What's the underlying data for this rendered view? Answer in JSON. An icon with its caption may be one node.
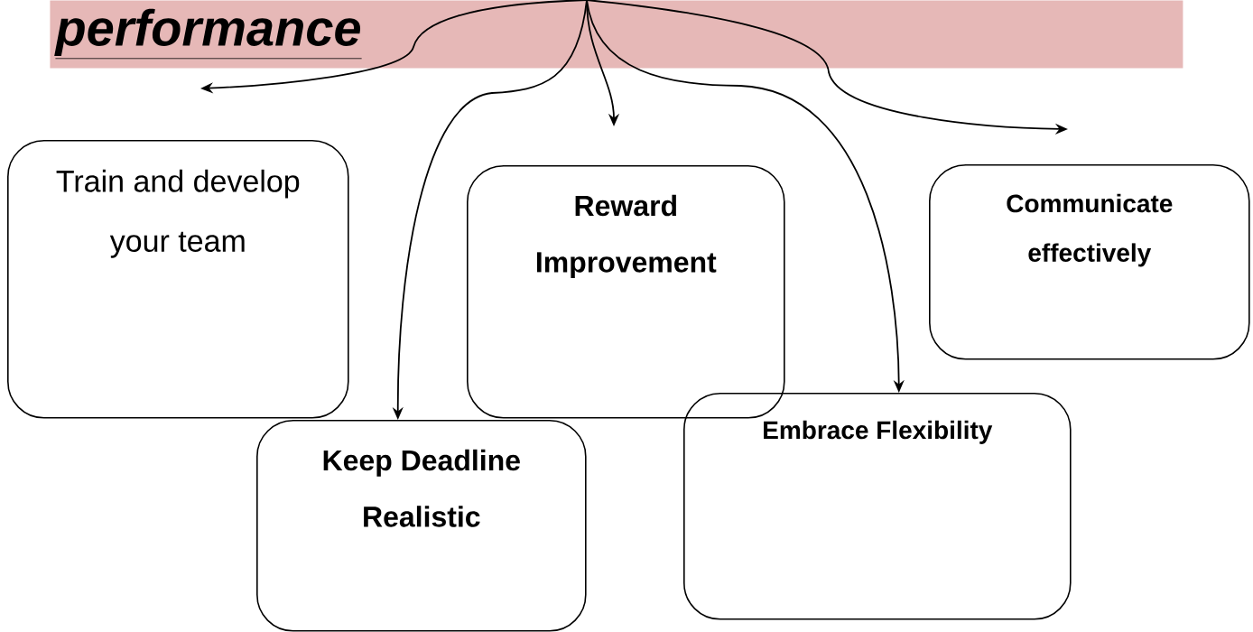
{
  "diagram": {
    "nodes": [
      {
        "text": [
          "performance"
        ]
      },
      {
        "text": [
          "Train and develop your team"
        ]
      },
      {
        "text": [
          "Reward Improvement"
        ]
      },
      {
        "text": [
          "Communicate effectively"
        ]
      },
      {
        "text": [
          "Keep Deadline Realistic"
        ]
      },
      {
        "text": [
          "Embrace Flexibility"
        ]
      }
    ],
    "edges": [
      {
        "from": 0,
        "to": null,
        "arrow": "to"
      },
      {
        "from": 0,
        "to": 4,
        "arrow": "to"
      },
      {
        "from": 0,
        "to": null,
        "arrow": "to"
      },
      {
        "from": 0,
        "to": 5,
        "arrow": "to"
      },
      {
        "from": 0,
        "to": null,
        "arrow": "to"
      }
    ]
  }
}
